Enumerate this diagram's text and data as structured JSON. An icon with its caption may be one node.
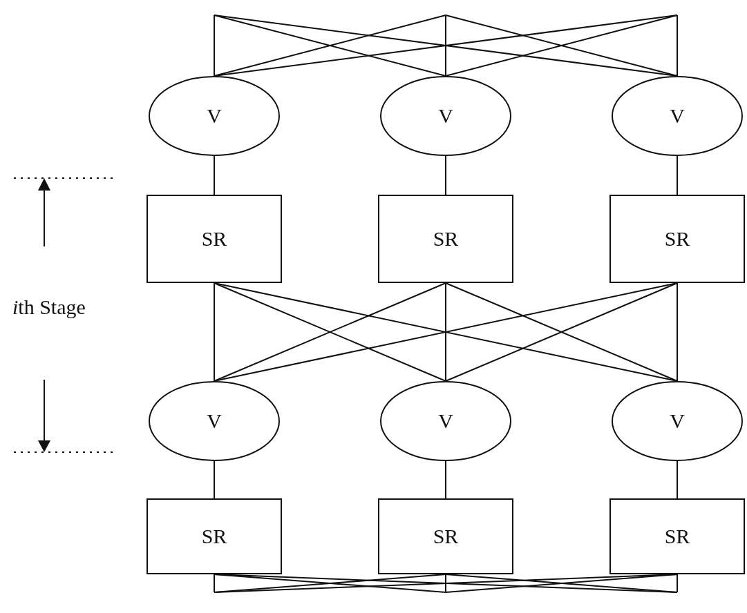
{
  "diagram": {
    "nodes": [
      {
        "text": [
          "V"
        ]
      },
      {
        "text": [
          "V"
        ]
      },
      {
        "text": [
          "V"
        ]
      },
      {
        "text": [
          "SR"
        ]
      },
      {
        "text": [
          "SR"
        ]
      },
      {
        "text": [
          "SR"
        ]
      },
      {
        "text": [
          "V"
        ]
      },
      {
        "text": [
          "V"
        ]
      },
      {
        "text": [
          "V"
        ]
      },
      {
        "text": [
          "SR"
        ]
      },
      {
        "text": [
          "SR"
        ]
      },
      {
        "text": [
          "SR"
        ]
      }
    ],
    "edges": [
      {
        "from": null,
        "to": 0,
        "arrow": "none"
      },
      {
        "from": null,
        "to": 1,
        "arrow": "none"
      },
      {
        "from": null,
        "to": 2,
        "arrow": "none"
      },
      {
        "from": null,
        "to": 0,
        "arrow": "none"
      },
      {
        "from": null,
        "to": 1,
        "arrow": "none"
      },
      {
        "from": null,
        "to": 2,
        "arrow": "none"
      },
      {
        "from": null,
        "to": 0,
        "arrow": "none"
      },
      {
        "from": null,
        "to": 1,
        "arrow": "none"
      },
      {
        "from": null,
        "to": 2,
        "arrow": "none"
      },
      {
        "from": 0,
        "to": 3,
        "arrow": "none"
      },
      {
        "from": 1,
        "to": 4,
        "arrow": "none"
      },
      {
        "from": 2,
        "to": 5,
        "arrow": "none"
      },
      {
        "from": 3,
        "to": 6,
        "arrow": "none"
      },
      {
        "from": 3,
        "to": 7,
        "arrow": "none"
      },
      {
        "from": 3,
        "to": 8,
        "arrow": "none"
      },
      {
        "from": 4,
        "to": 6,
        "arrow": "none"
      },
      {
        "from": 4,
        "to": 7,
        "arrow": "none"
      },
      {
        "from": 4,
        "to": 8,
        "arrow": "none"
      },
      {
        "from": 5,
        "to": 6,
        "arrow": "none"
      },
      {
        "from": 5,
        "to": 7,
        "arrow": "none"
      },
      {
        "from": 5,
        "to": 8,
        "arrow": "none"
      },
      {
        "from": 6,
        "to": 9,
        "arrow": "none"
      },
      {
        "from": 7,
        "to": 10,
        "arrow": "none"
      },
      {
        "from": 8,
        "to": 11,
        "arrow": "none"
      },
      {
        "from": 9,
        "to": null,
        "arrow": "none"
      },
      {
        "from": 9,
        "to": null,
        "arrow": "none"
      },
      {
        "from": 9,
        "to": null,
        "arrow": "none"
      },
      {
        "from": 10,
        "to": null,
        "arrow": "none"
      },
      {
        "from": 10,
        "to": null,
        "arrow": "none"
      },
      {
        "from": 10,
        "to": null,
        "arrow": "none"
      },
      {
        "from": 11,
        "to": null,
        "arrow": "none"
      },
      {
        "from": 11,
        "to": null,
        "arrow": "none"
      },
      {
        "from": 11,
        "to": null,
        "arrow": "none"
      }
    ],
    "labels": [
      "ith Stage"
    ]
  }
}
